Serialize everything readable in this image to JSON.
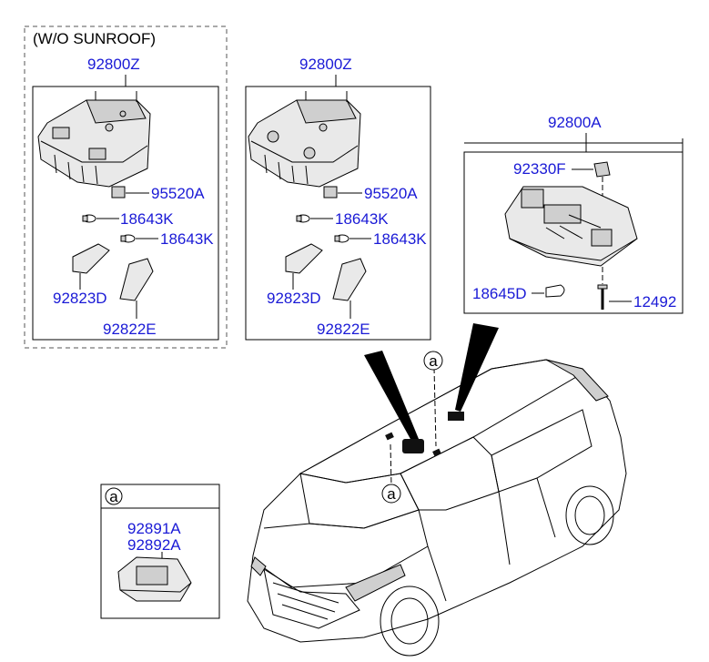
{
  "panel_wo_sunroof": {
    "heading": "(W/O SUNROOF)",
    "assembly": "92800Z",
    "parts": {
      "switch": "95520A",
      "bulb_a": "18643K",
      "bulb_b": "18643K",
      "lens_a": "92823D",
      "lens_b": "92822E"
    }
  },
  "panel_sunroof": {
    "assembly": "92800Z",
    "parts": {
      "switch": "95520A",
      "bulb_a": "18643K",
      "bulb_b": "18643K",
      "lens_a": "92823D",
      "lens_b": "92822E"
    }
  },
  "panel_rear": {
    "assembly": "92800A",
    "parts": {
      "clip": "92330F",
      "bulb": "18645D",
      "screw": "12492"
    }
  },
  "panel_vanity": {
    "ref": "a",
    "part_a": "92891A",
    "part_b": "92892A"
  },
  "car_refs": {
    "ref_top": "a",
    "ref_bottom": "a"
  }
}
